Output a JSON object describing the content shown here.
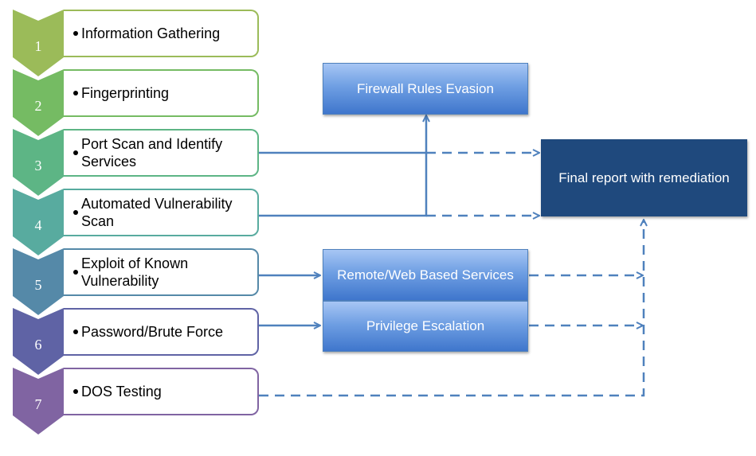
{
  "steps": [
    {
      "number": "1",
      "label": "Information Gathering",
      "color": "#9bbb59"
    },
    {
      "number": "2",
      "label": "Fingerprinting",
      "color": "#75bb63"
    },
    {
      "number": "3",
      "label": "Port Scan and Identify Services",
      "color": "#5db585"
    },
    {
      "number": "4",
      "label": "Automated Vulnerability Scan",
      "color": "#58ab9f"
    },
    {
      "number": "5",
      "label": "Exploit of Known Vulnerability",
      "color": "#5589a8"
    },
    {
      "number": "6",
      "label": "Password/Brute Force",
      "color": "#5f63a5"
    },
    {
      "number": "7",
      "label": "DOS Testing",
      "color": "#8064a2"
    }
  ],
  "boxes": {
    "firewall": "Firewall Rules Evasion",
    "remote": "Remote/Web Based Services",
    "privilege": "Privilege Escalation",
    "final_report": "Final report with remediation"
  },
  "colors": {
    "connector": "#4f81bd",
    "final_box": "#1f497d",
    "blue_box_top": "#a7c6f4",
    "blue_box_bottom": "#3f76cc"
  }
}
